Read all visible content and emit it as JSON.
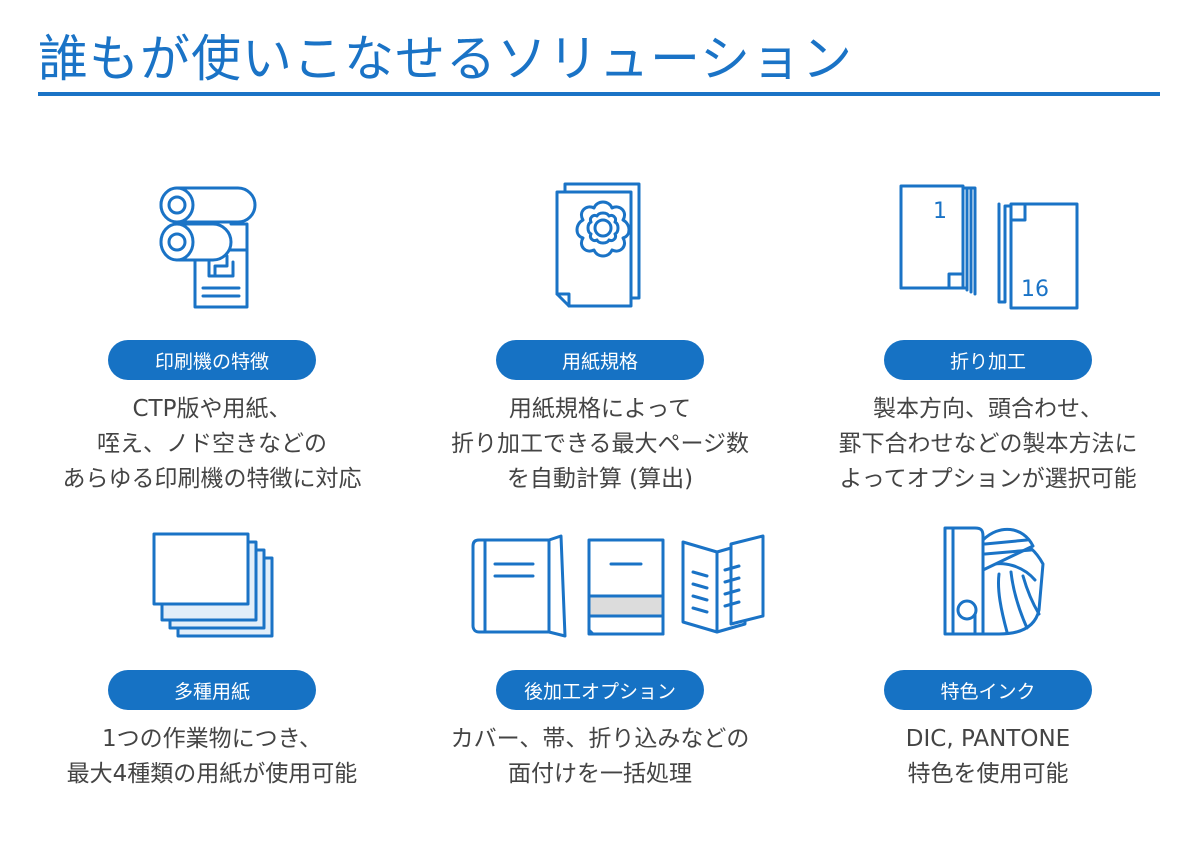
{
  "title": "誰もが使いこなせるソリューション",
  "features": [
    {
      "label": "印刷機の特徴",
      "lines": [
        "CTP版や用紙、",
        "咥え、ノド空きなどの",
        "あらゆる印刷機の特徴に対応"
      ],
      "icon": "printing-press-icon"
    },
    {
      "label": "用紙規格",
      "lines": [
        "用紙規格によって",
        "折り加工できる最大ページ数",
        "を自動計算 (算出)"
      ],
      "icon": "paper-sheets-icon"
    },
    {
      "label": "折り加工",
      "lines": [
        "製本方向、頭合わせ、",
        "罫下合わせなどの製本方法に",
        "よってオプションが選択可能"
      ],
      "icon": "folded-pages-icon",
      "page_numbers": [
        "1",
        "16"
      ]
    },
    {
      "label": "多種用紙",
      "lines": [
        "1つの作業物につき、",
        "最大4種類の用紙が使用可能"
      ],
      "icon": "paper-stack-icon"
    },
    {
      "label": "後加工オプション",
      "lines": [
        "カバー、帯、折り込みなどの",
        "面付けを一括処理"
      ],
      "icon": "books-icon"
    },
    {
      "label": "特色インク",
      "lines": [
        "DIC, PANTONE",
        "特色を使用可能"
      ],
      "icon": "color-swatch-icon"
    }
  ],
  "colors": {
    "accent": "#1a73c6",
    "pill": "#1672c4",
    "text": "#444444"
  }
}
